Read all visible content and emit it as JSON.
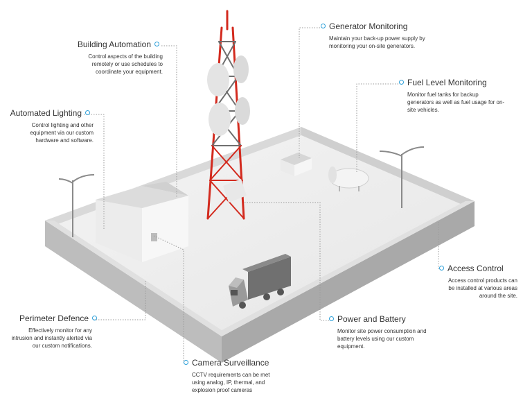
{
  "colors": {
    "accent": "#2b9fd9",
    "tower_red": "#d32a1e",
    "tower_grey": "#6f6f6f",
    "truck": "#707070"
  },
  "callouts": {
    "building_automation": {
      "title": "Building Automation",
      "desc": "Control aspects of the building remotely or use schedules to coordinate your equipment."
    },
    "generator_monitoring": {
      "title": "Generator Monitoring",
      "desc": "Maintain your back-up power supply by monitoring your on-site generators."
    },
    "fuel_level_monitoring": {
      "title": "Fuel Level Monitoring",
      "desc": "Monitor fuel tanks for backup generators as well as fuel usage for on-site vehicles."
    },
    "automated_lighting": {
      "title": "Automated Lighting",
      "desc": "Control lighting and other equipment via our custom hardware and software."
    },
    "access_control": {
      "title": "Access Control",
      "desc": "Access control products can be installed at various areas around the site."
    },
    "perimeter_defence": {
      "title": "Perimeter Defence",
      "desc": "Effectively monitor for any intrusion and instantly alerted via our custom notifications."
    },
    "power_and_battery": {
      "title": "Power and Battery",
      "desc": "Monitor site power consumption and battery levels using our custom equipment."
    },
    "camera_surveillance": {
      "title": "Camera Surveillance",
      "desc": "CCTV requirements can be met using analog, IP, thermal, and explosion proof cameras"
    }
  }
}
